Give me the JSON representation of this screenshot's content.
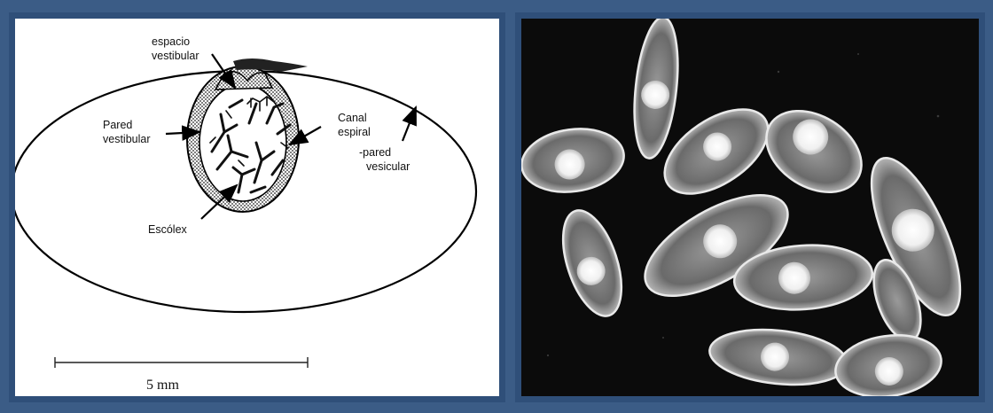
{
  "diagram": {
    "labels": {
      "espacio_1": "espacio",
      "espacio_2": "vestibular",
      "pared_vest_1": "Pared",
      "pared_vest_2": "vestibular",
      "canal_1": "Canal",
      "canal_2": "espiral",
      "pared_vesic_1": "-pared",
      "pared_vesic_2": "vesicular",
      "escolex": "Escólex"
    },
    "scale_bar_label": "5 mm"
  },
  "colors": {
    "frame": "#3b5c86",
    "panel_border": "#2f4f79",
    "photo_background": "#0b0b0b"
  }
}
